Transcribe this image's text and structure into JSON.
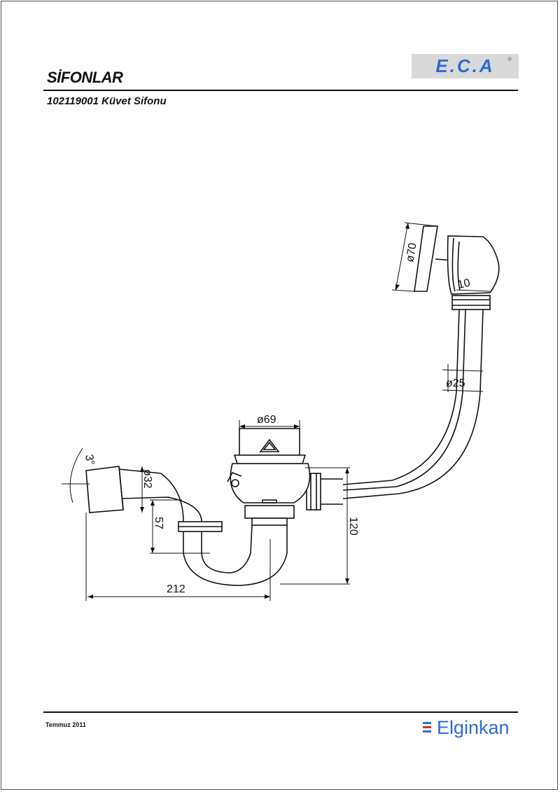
{
  "header": {
    "title": "SİFONLAR",
    "subtitle": "102119001 Küvet Sifonu",
    "logo": {
      "text": "E.C.A",
      "registered": "®",
      "color": "#2f6bd6"
    }
  },
  "drawing": {
    "dimensions": {
      "d70": "ø70",
      "d10": "10",
      "d25": "ø25",
      "d69": "ø69",
      "d32": "ø32",
      "d57": "57",
      "d120": "120",
      "d212": "212",
      "angle": "3°"
    }
  },
  "footer": {
    "date": "Temmuz 2011",
    "brand": {
      "name": "Elginkan",
      "bar_colors": [
        "#2f6bd6",
        "#d93025",
        "#2f6bd6"
      ]
    }
  }
}
